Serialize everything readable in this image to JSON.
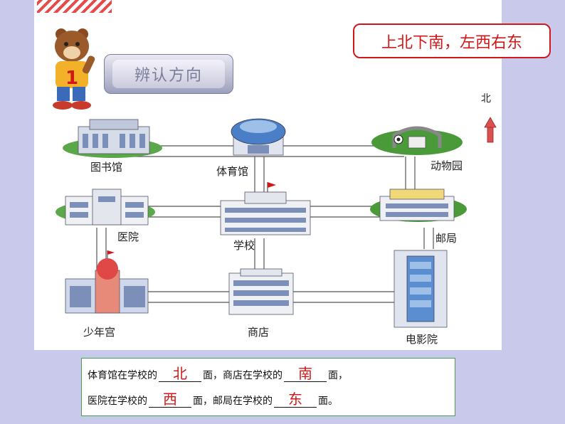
{
  "motto": "上北下南，左西右东",
  "section_title": "辨认方向",
  "compass": {
    "label": "北"
  },
  "places": {
    "library": "图书馆",
    "stadium": "体育馆",
    "zoo": "动物园",
    "hospital": "医院",
    "school": "学校",
    "post_office": "邮局",
    "youth_palace": "少年宫",
    "shop": "商店",
    "cinema": "电影院"
  },
  "quiz": {
    "line1": {
      "part1": "体育馆在学校的",
      "answer1": "北",
      "part2": "面，商店在学校的",
      "answer2": "南",
      "part3": "面，"
    },
    "line2": {
      "part1": "医院在学校的",
      "answer1": "西",
      "part2": "面，邮局在学校的",
      "answer2": "东",
      "part3": "面。"
    }
  },
  "colors": {
    "accent_red": "#d01818",
    "quiz_border": "#4aa04a",
    "background": "#c9c9ec"
  }
}
